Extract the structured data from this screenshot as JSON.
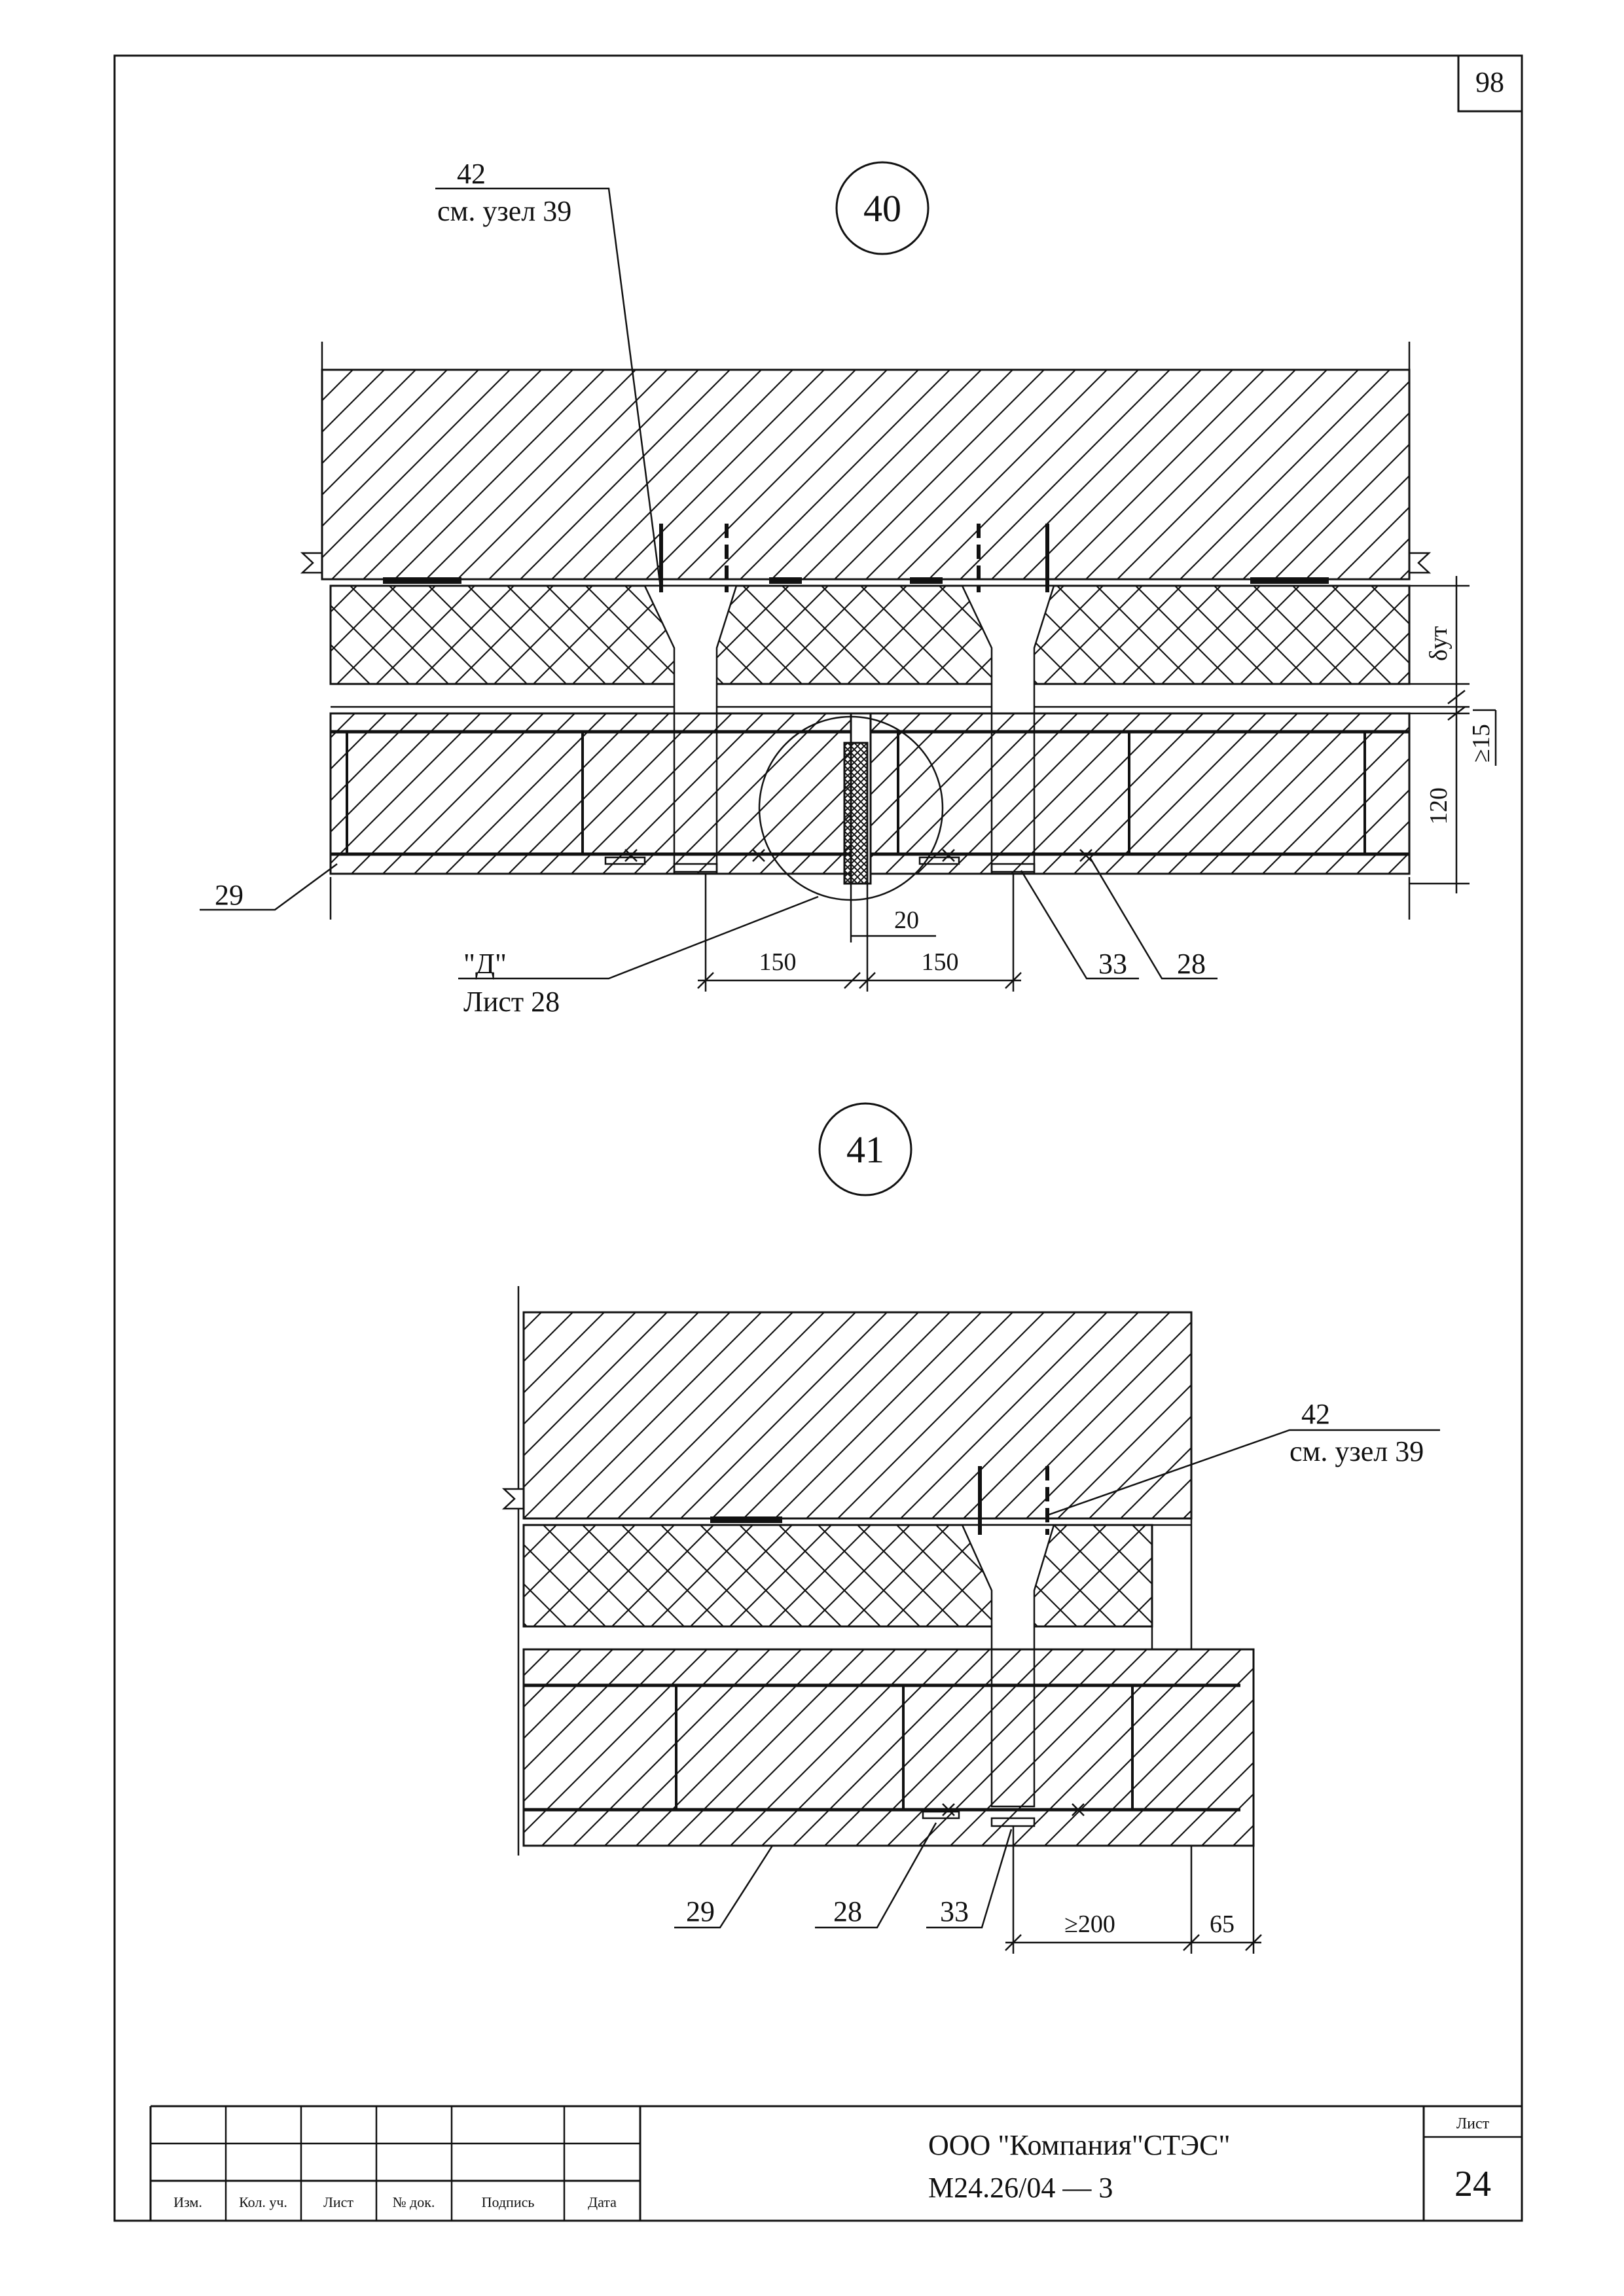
{
  "sheet": {
    "corner_number": "98"
  },
  "node40": {
    "marker": "40",
    "callout_42": {
      "number": "42",
      "reference": "см. узел 39"
    },
    "label_d": "\"Д\"",
    "label_d_sheet": "Лист 28",
    "labels": {
      "pos29": "29",
      "pos33": "33",
      "pos28": "28"
    },
    "dims": {
      "left150": "150",
      "right150": "150",
      "gap20": "20",
      "thickness120": "120",
      "min15": "≥15",
      "insulation": "δут"
    }
  },
  "node41": {
    "marker": "41",
    "callout_42": {
      "number": "42",
      "reference": "см. узел 39"
    },
    "labels": {
      "pos29": "29",
      "pos28": "28",
      "pos33": "33"
    },
    "dims": {
      "min200": "≥200",
      "edge65": "65"
    }
  },
  "title_block": {
    "columns": [
      "Изм.",
      "Кол. уч.",
      "Лист",
      "№ док.",
      "Подпись",
      "Дата"
    ],
    "organization": "ООО \"Компания\"СТЭС\"",
    "document_code": "М24.26/04 — 3",
    "sheet_label": "Лист",
    "sheet_number": "24"
  }
}
